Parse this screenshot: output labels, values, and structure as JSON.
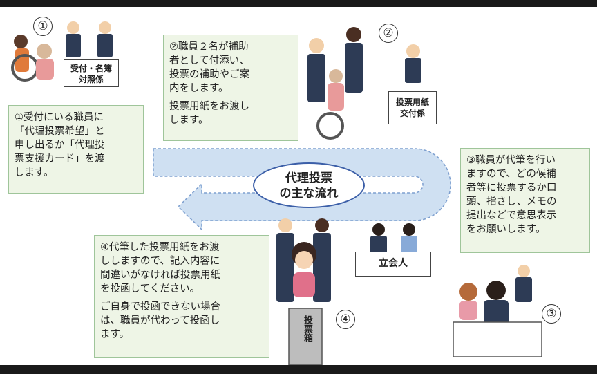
{
  "title": "代理投票\nの主な流れ",
  "steps": {
    "s1": {
      "num": "①",
      "text": "①受付にいる職員に\n「代理投票希望」と\n申し出るか「代理投\n票支援カード」を渡\nします。",
      "sign": "受付・名簿\n対照係"
    },
    "s2": {
      "num": "②",
      "text1": "②職員２名が補助\n者として付添い、\n投票の補助やご案\n内をします。",
      "text2": "投票用紙をお渡し\nします。",
      "sign": "投票用紙\n交付係"
    },
    "s3": {
      "num": "③",
      "text": "③職員が代筆を行い\nますので、どの候補\n者等に投票するか口\n頭、指さし、メモの\n提出などで意思表示\nをお願いします。"
    },
    "s4": {
      "num": "④",
      "text1": "④代筆した投票用紙をお渡\nししますので、記入内容に\n間違いがなければ投票用紙\nを投函してください。",
      "text2": "ご自身で投函できない場合\nは、職員が代わって投函し\nます。",
      "sign": "立会人",
      "box_label": "投票箱"
    }
  },
  "colors": {
    "note_bg": "#eef5e6",
    "note_border": "#9fc59a",
    "arrow_fill": "#cfe0f2",
    "arrow_stroke": "#7d9fcf",
    "ellipse_border": "#3c5fa8"
  }
}
